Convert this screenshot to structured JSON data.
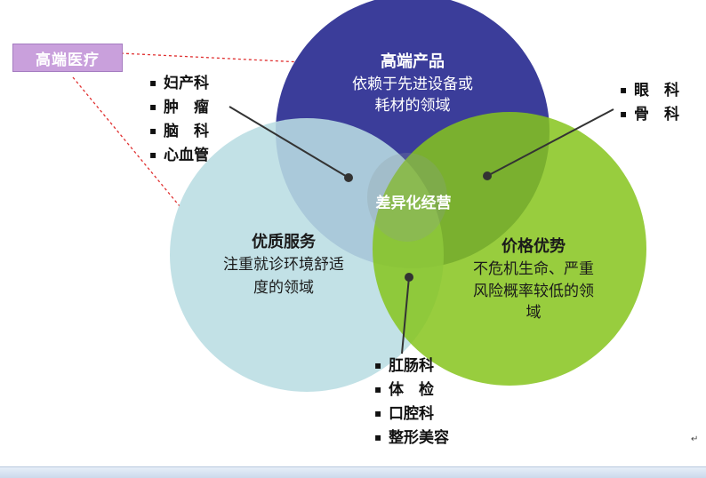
{
  "tag": {
    "label": "高端医疗"
  },
  "circles": {
    "top": {
      "title": "高端产品",
      "desc": [
        "依赖于先进设备或",
        "耗材的领域"
      ],
      "color": "#3b3d9a"
    },
    "left": {
      "title": "优质服务",
      "desc": [
        "注重就诊环境舒适",
        "度的领域"
      ],
      "color": "#b9dde3"
    },
    "right": {
      "title": "价格优势",
      "desc": [
        "不危机生命、严重",
        "风险概率较低的领",
        "域"
      ],
      "color": "#7dbb1a"
    }
  },
  "center_label": "差异化经营",
  "lists": {
    "top_left": [
      "妇产科",
      "肿　瘤",
      "脑　科",
      "心血管"
    ],
    "top_right": [
      "眼　科",
      "骨　科"
    ],
    "bottom": [
      "肛肠科",
      "体　检",
      "口腔科",
      "整形美容"
    ]
  },
  "bullet": "▪",
  "para_mark": "↵"
}
